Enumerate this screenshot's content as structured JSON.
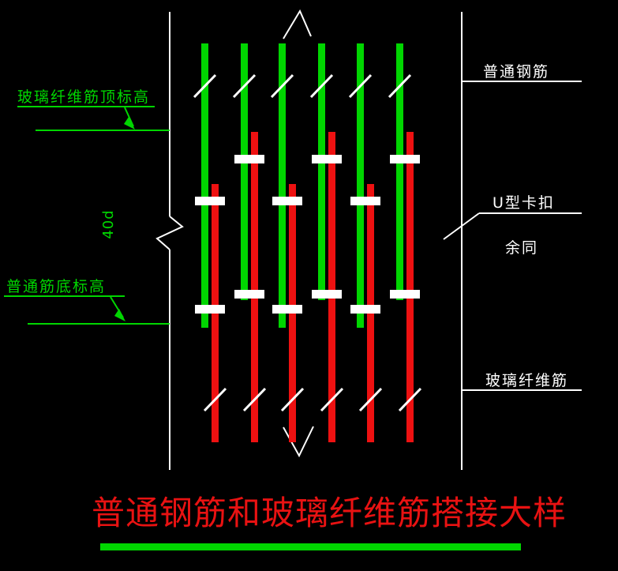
{
  "drawing": {
    "title": "普通钢筋和玻璃纤维筋搭接大样",
    "callouts": {
      "ordinary_rebar": "普通钢筋",
      "u_clip": "U型卡扣",
      "rest_same": "余同",
      "gfrp_rebar": "玻璃纤维筋",
      "gfrp_top_elevation": "玻璃纤维筋顶标高",
      "ordinary_bottom_elevation": "普通筋底标高",
      "lap_length": "40d"
    },
    "colors": {
      "background": "#000000",
      "steel_bar_green": "#00D600",
      "gfrp_bar_red": "#EE1111",
      "line_white": "#FFFFFF",
      "title_red": "#E81212"
    },
    "counts": {
      "steel_bars": 6,
      "gfrp_bars": 6,
      "u_clips": 12
    }
  }
}
